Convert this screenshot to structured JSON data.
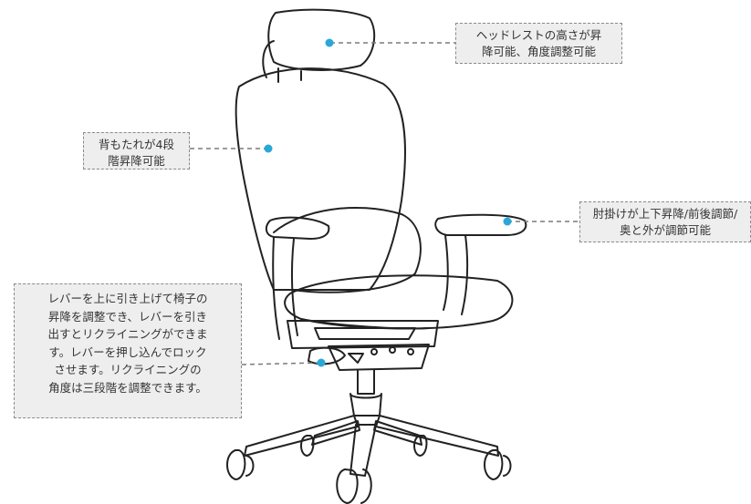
{
  "diagram": {
    "accent_color": "#29a8d8",
    "callouts": {
      "headrest": {
        "lines": [
          "ヘッドレストの高さが昇",
          "降可能、角度調整可能"
        ]
      },
      "backrest": {
        "lines": [
          "背もたれが4段",
          "階昇降可能"
        ]
      },
      "armrest": {
        "lines": [
          "肘掛けが上下昇降/前後調節/",
          "奥と外が調節可能"
        ]
      },
      "lever": {
        "lines": [
          "レバーを上に引き上げて椅子の",
          "昇降を調整でき、レバーを引き",
          "出すとリクライニングができま",
          "す。レバーを押し込んでロック",
          "させます。リクライニングの",
          "角度は三段階を調整できます。"
        ]
      }
    }
  }
}
